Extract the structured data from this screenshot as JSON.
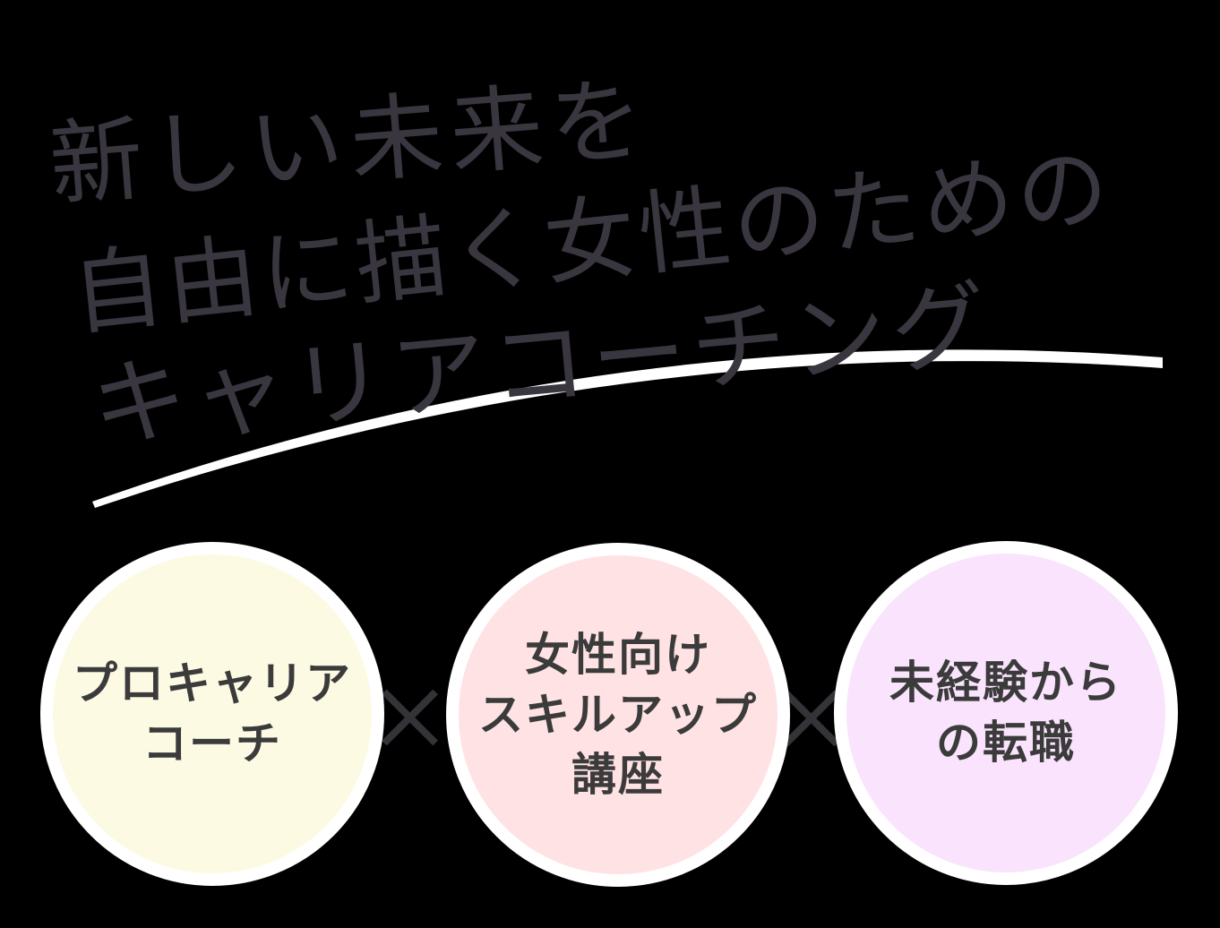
{
  "background_color": "#000000",
  "title": {
    "full_text": "新しい未来を自由に描く女性のためのキャリアコーチング",
    "lines": [
      "新しい未来を",
      "自由に描く女性のための",
      "キャリアコーチング"
    ],
    "text_color": "#39363f",
    "style": "handwritten",
    "underline": {
      "style": "hand-drawn swoosh arc",
      "color": "#ffffff"
    }
  },
  "circles": [
    {
      "label": "プロキャリアコーチ",
      "lines": [
        "プロキャリア",
        "コーチ"
      ],
      "fill": "#fcfae2",
      "ring_color": "#ffffff",
      "text_color": "#3b3b3b"
    },
    {
      "label": "女性向けスキルアップ講座",
      "lines": [
        "女性向け",
        "スキルアップ",
        "講座"
      ],
      "fill": "#ffe2e4",
      "ring_color": "#ffffff",
      "text_color": "#3b3b3b"
    },
    {
      "label": "未経験からの転職",
      "lines": [
        "未経験から",
        "の転職"
      ],
      "fill": "#fae3fc",
      "ring_color": "#ffffff",
      "text_color": "#3b3b3b"
    }
  ],
  "separators": {
    "symbol": "×",
    "icon": "multiply-icon",
    "color": "#333338",
    "count": 2
  }
}
